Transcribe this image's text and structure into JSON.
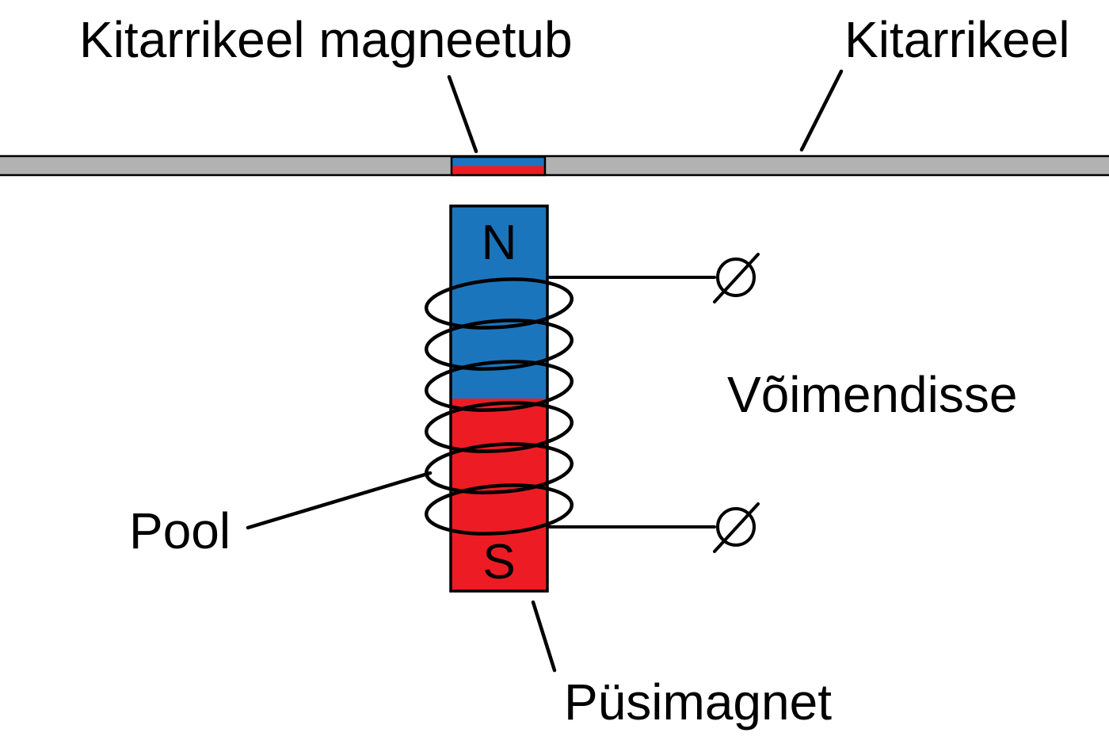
{
  "title": "Guitar pickup physics diagram",
  "labels": {
    "magnetized": "Kitarrikeel magneetub",
    "string": "Kitarrikeel",
    "coil": "Pool",
    "amplifier": "Võimendisse",
    "magnet": "Püsimagnet",
    "pole_north": "N",
    "pole_south": "S"
  },
  "icons": {
    "terminal_top": "output-terminal-icon",
    "terminal_bottom": "output-terminal-icon"
  },
  "colors": {
    "north_blue": "#1b75bc",
    "south_red": "#ed1c24",
    "string_gray": "#b2b2b2",
    "outline_black": "#000000",
    "background": "#ffffff"
  }
}
